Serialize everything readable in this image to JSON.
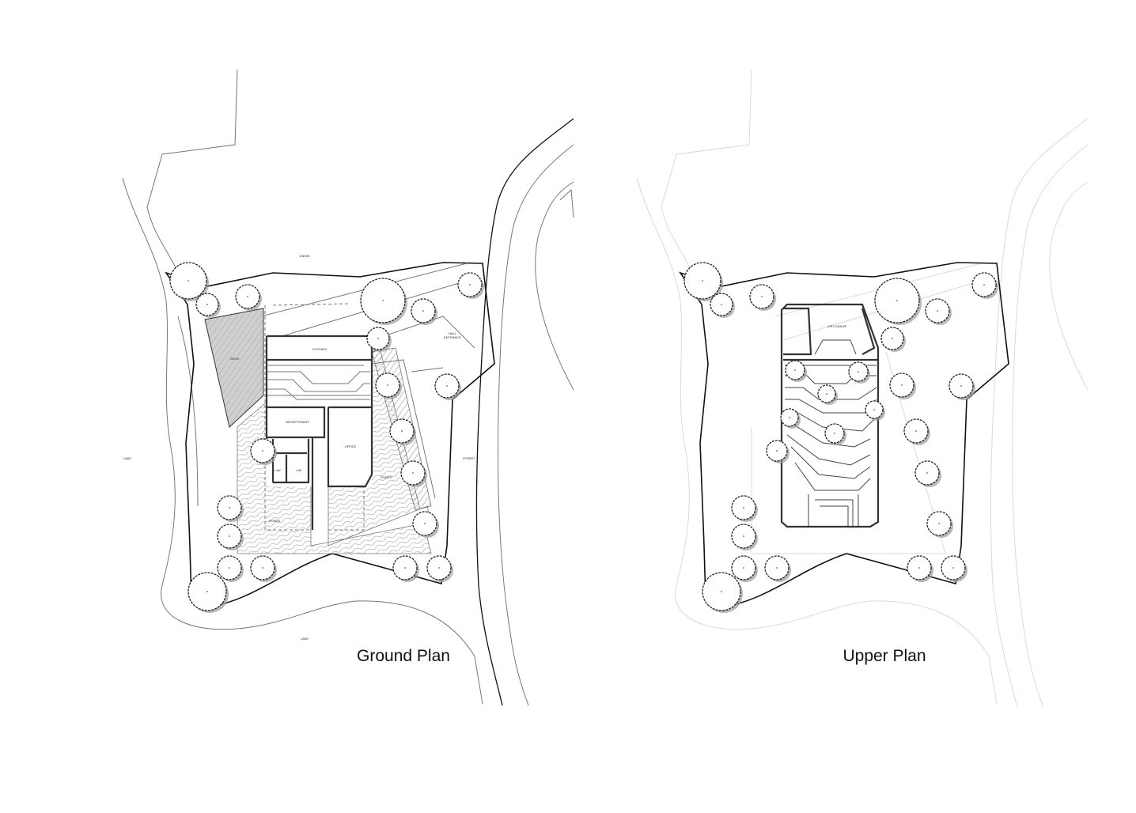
{
  "ground_plan": {
    "title": "Ground Plan",
    "labels": {
      "north": "UNION",
      "deck": "DECK",
      "kitchen": "KITCHEN",
      "hall_entrance_1": "HALL",
      "hall_entrance_2": "ENTRANCE",
      "receptionist": "RECEPTIONIST",
      "office": "OFFICE",
      "lav_1": "LAV",
      "lav_2": "LAV",
      "ponds_1": "PONDS",
      "ponds_2": "PONDS",
      "lake_west": "LAKE",
      "lake_south": "LAKE",
      "street": "STREET"
    }
  },
  "upper_plan": {
    "title": "Upper Plan",
    "labels": {
      "vip_lounge": "VIP LOUNGE"
    }
  },
  "colors": {
    "line": "#111111",
    "deck_fill": "#cfcfcf",
    "tree_shadow": "#9a9a9a"
  }
}
